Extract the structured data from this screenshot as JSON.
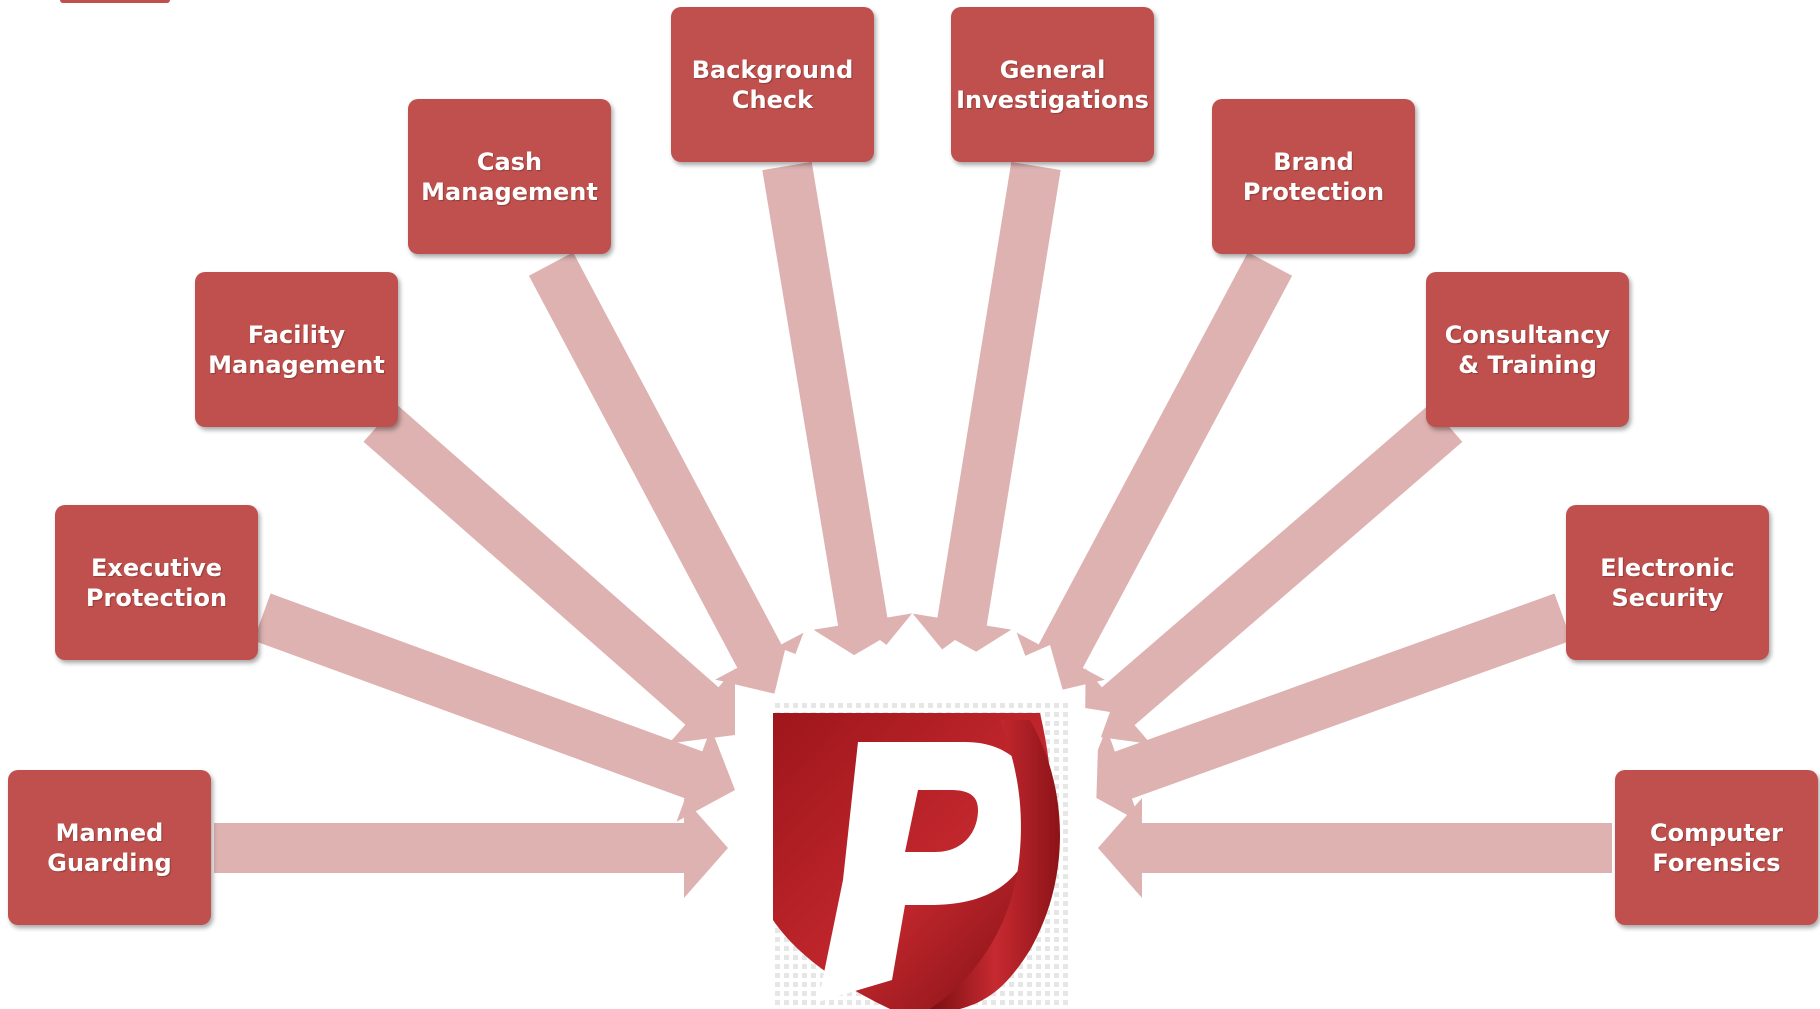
{
  "colors": {
    "box_fill": "#c0504d",
    "arrow_fill": "#deb2b1",
    "logo_red": "#b31f24",
    "logo_dark_red": "#8a1216",
    "background": "#ffffff"
  },
  "services": [
    {
      "id": "manned-guarding",
      "label": "Manned\nGuarding"
    },
    {
      "id": "executive-protection",
      "label": "Executive\nProtection"
    },
    {
      "id": "facility-management",
      "label": "Facility\nManagement"
    },
    {
      "id": "cash-management",
      "label": "Cash\nManagement"
    },
    {
      "id": "background-check",
      "label": "Background\nCheck"
    },
    {
      "id": "general-investigations",
      "label": "General\nInvestigations"
    },
    {
      "id": "brand-protection",
      "label": "Brand\nProtection"
    },
    {
      "id": "consultancy-training",
      "label": "Consultancy\n& Training"
    },
    {
      "id": "electronic-security",
      "label": "Electronic\nSecurity"
    },
    {
      "id": "computer-forensics",
      "label": "Computer\nForensics"
    }
  ],
  "logo": {
    "icon": "p-shield-logo-icon"
  }
}
